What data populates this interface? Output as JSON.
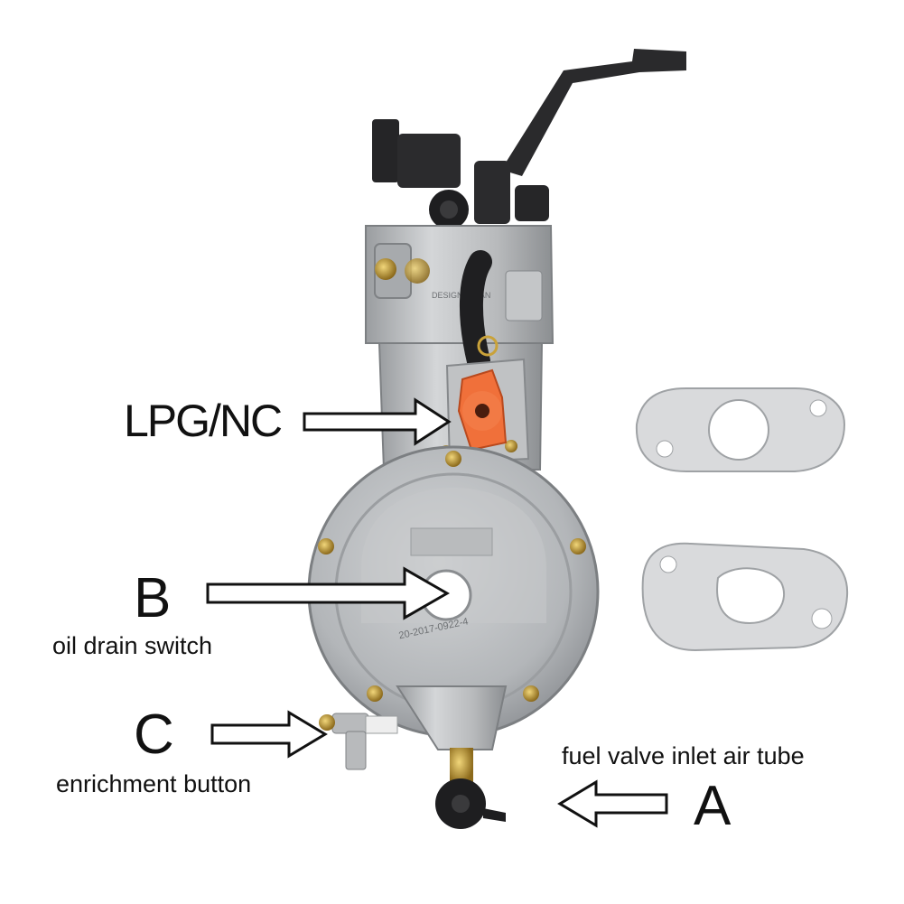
{
  "labels": {
    "lpg": "LPG/NC",
    "b_letter": "B",
    "b_desc": "oil drain switch",
    "c_letter": "C",
    "c_desc": "enrichment button",
    "a_desc": "fuel valve inlet air tube",
    "a_letter": "A"
  },
  "part_marks": {
    "casting_text": "DESIGN JAPAN",
    "regulator_serial": "20-2017-0922-4"
  },
  "icons": [
    "carburetor-illustration",
    "fuel-switch-knob",
    "regulator-disc",
    "gasket-top",
    "gasket-bottom",
    "arrow-right",
    "arrow-left"
  ],
  "colors": {
    "metal": "#b8babc",
    "metal_dark": "#8f9295",
    "plastic_black": "#1e1e20",
    "knob_orange": "#f0703a",
    "gasket": "#d9dadc",
    "brass": "#c9a23a",
    "text": "#111111"
  }
}
